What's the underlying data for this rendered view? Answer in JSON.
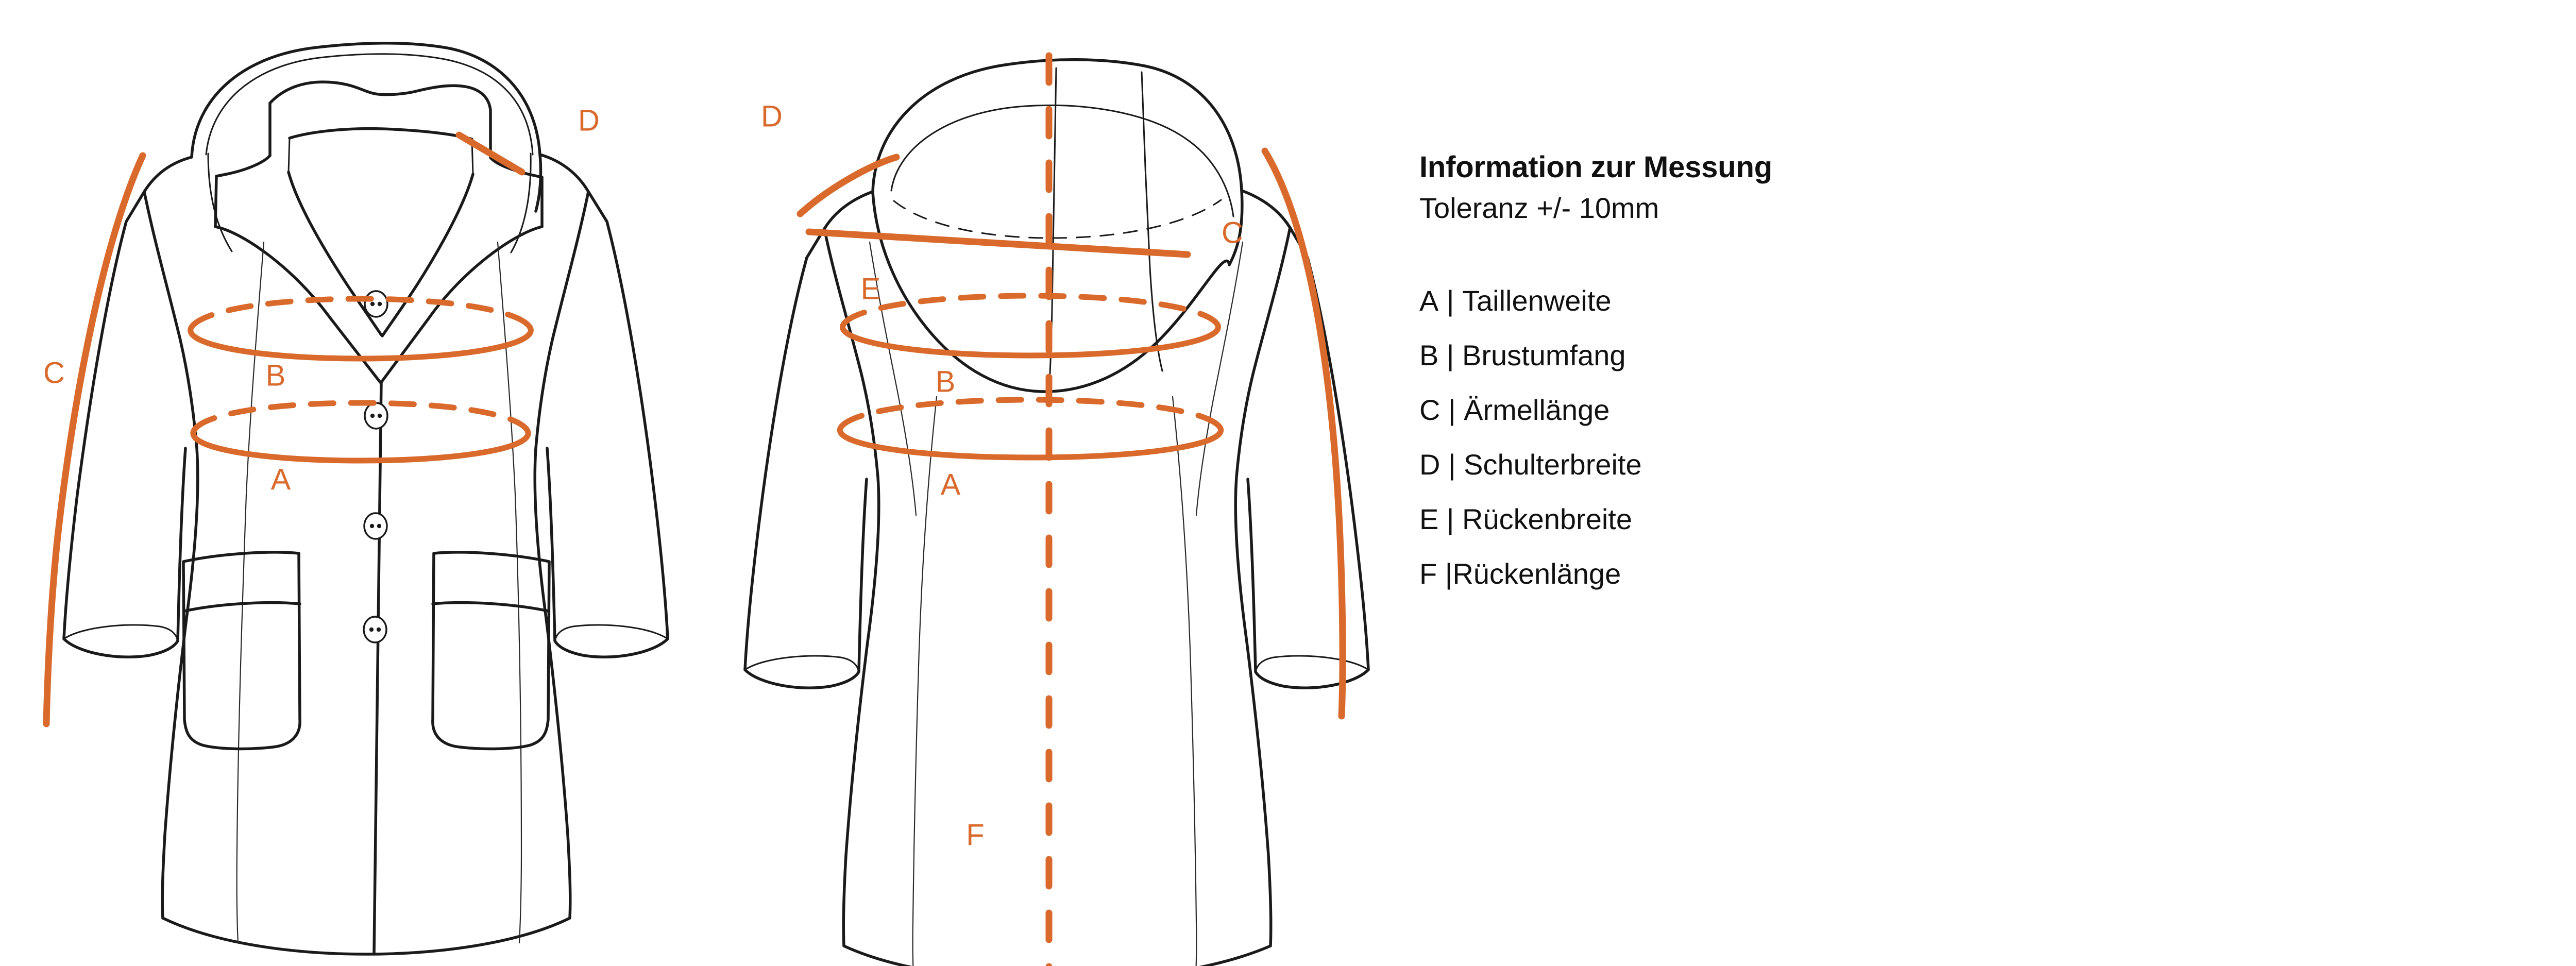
{
  "accent_color": "#d96a2b",
  "line_color": "#1a1a1a",
  "background_color": "#ffffff",
  "info": {
    "title": "Information zur Messung",
    "tolerance": "Toleranz +/- 10mm"
  },
  "legend": {
    "items": [
      {
        "key": "A",
        "separator": "|",
        "name": "Taillenweite"
      },
      {
        "key": "B",
        "separator": "|",
        "name": "Brustumfang"
      },
      {
        "key": "C",
        "separator": "|",
        "name": "Ärmellänge"
      },
      {
        "key": "D",
        "separator": "|",
        "name": "Schulterbreite"
      },
      {
        "key": "E",
        "separator": "|",
        "name": "Rückenbreite"
      },
      {
        "key": "F",
        "separator": "|",
        "name": "Rückenlänge"
      }
    ]
  },
  "front_view": {
    "name": "coat-front-view",
    "markers": {
      "waist": "A",
      "chest": "B",
      "sleeve": "C",
      "shoulder": "D"
    }
  },
  "back_view": {
    "name": "coat-back-view",
    "markers": {
      "waist": "A",
      "chest": "B",
      "sleeve": "C",
      "shoulder": "D",
      "back_width": "E",
      "back_length": "F"
    }
  }
}
